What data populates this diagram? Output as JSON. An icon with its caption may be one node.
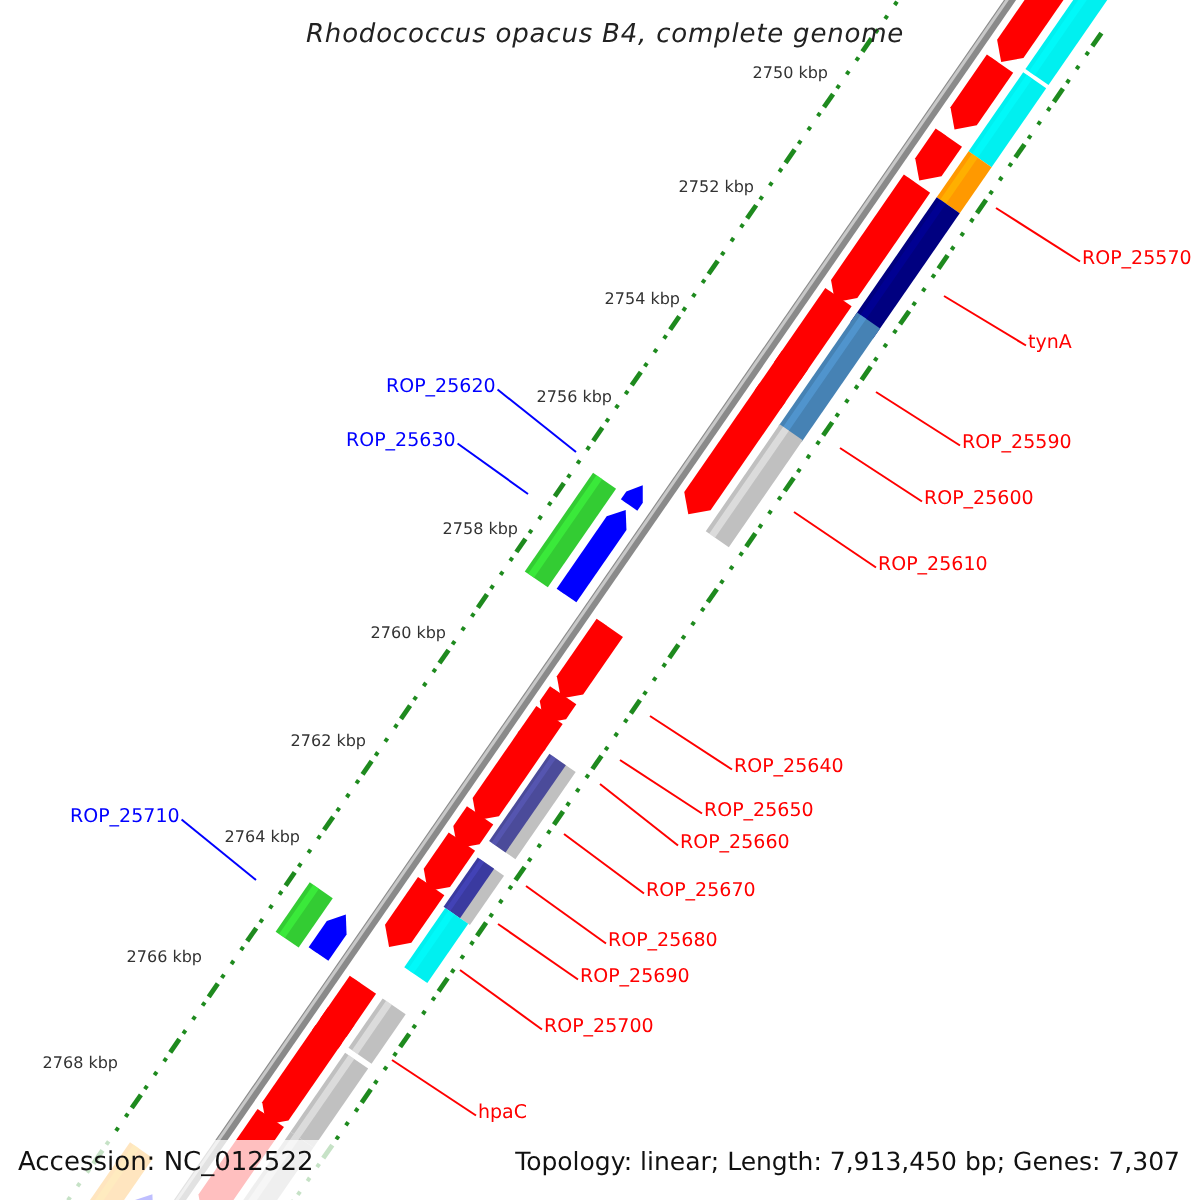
{
  "diagram": {
    "title": "Rhodococcus opacus B4, complete genome",
    "nodes": [
      {
        "text": [
          "ROP_25570"
        ]
      },
      {
        "text": [
          "tynA"
        ]
      },
      {
        "text": [
          "ROP_25620"
        ]
      },
      {
        "text": [
          "ROP_25630"
        ]
      },
      {
        "text": [
          "ROP_25590"
        ]
      },
      {
        "text": [
          "ROP_25600"
        ]
      },
      {
        "text": [
          "ROP_25610"
        ]
      },
      {
        "text": [
          "ROP_25640"
        ]
      },
      {
        "text": [
          "ROP_25650"
        ]
      },
      {
        "text": [
          "ROP_25710"
        ]
      },
      {
        "text": [
          "ROP_25660"
        ]
      },
      {
        "text": [
          "ROP_25670"
        ]
      },
      {
        "text": [
          "ROP_25680"
        ]
      },
      {
        "text": [
          "ROP_25690"
        ]
      },
      {
        "text": [
          "ROP_25700"
        ]
      },
      {
        "text": [
          "hpaC"
        ]
      }
    ],
    "edges": [
      {
        "from": 0,
        "to": null,
        "arrow": "none"
      },
      {
        "from": 1,
        "to": null,
        "arrow": "none"
      },
      {
        "from": 2,
        "to": null,
        "arrow": "none",
        "color": "#0000ff"
      },
      {
        "from": 3,
        "to": null,
        "arrow": "none",
        "color": "#0000ff"
      },
      {
        "from": 4,
        "to": null,
        "arrow": "none"
      },
      {
        "from": 5,
        "to": null,
        "arrow": "none"
      },
      {
        "from": 6,
        "to": null,
        "arrow": "none"
      },
      {
        "from": 7,
        "to": null,
        "arrow": "none"
      },
      {
        "from": 8,
        "to": null,
        "arrow": "none"
      },
      {
        "from": 9,
        "to": null,
        "arrow": "none",
        "color": "#0000ff"
      },
      {
        "from": 10,
        "to": null,
        "arrow": "none"
      },
      {
        "from": 11,
        "to": null,
        "arrow": "none"
      },
      {
        "from": 12,
        "to": null,
        "arrow": "none"
      },
      {
        "from": 13,
        "to": null,
        "arrow": "none"
      },
      {
        "from": 14,
        "to": null,
        "arrow": "none"
      },
      {
        "from": 15,
        "to": null,
        "arrow": "none"
      }
    ],
    "labels": [
      "2750 kbp",
      "2752 kbp",
      "2754 kbp",
      "2756 kbp",
      "2758 kbp",
      "2760 kbp",
      "2762 kbp",
      "2764 kbp",
      "2766 kbp",
      "2768 kbp",
      "Accession: NC_012522",
      "Topology: linear; Length: 7,913,450 bp; Genes: 7,307"
    ]
  }
}
